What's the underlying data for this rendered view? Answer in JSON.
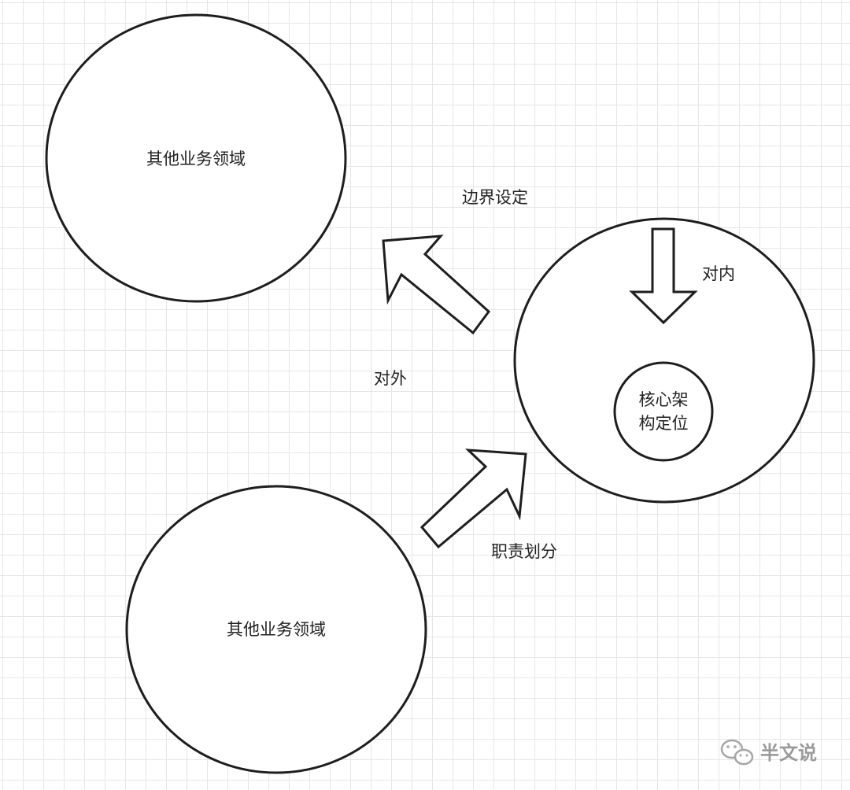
{
  "nodes": {
    "domain_top": {
      "label": "其他业务领域"
    },
    "domain_bottom": {
      "label": "其他业务领域"
    },
    "core": {
      "label_lines": [
        "核心架",
        "构定位"
      ]
    }
  },
  "labels": {
    "boundary": "边界设定",
    "outward": "对外",
    "inward": "对内",
    "responsibility": "职责划分"
  },
  "watermark": {
    "icon": "wechat-icon",
    "text": "半文说"
  }
}
